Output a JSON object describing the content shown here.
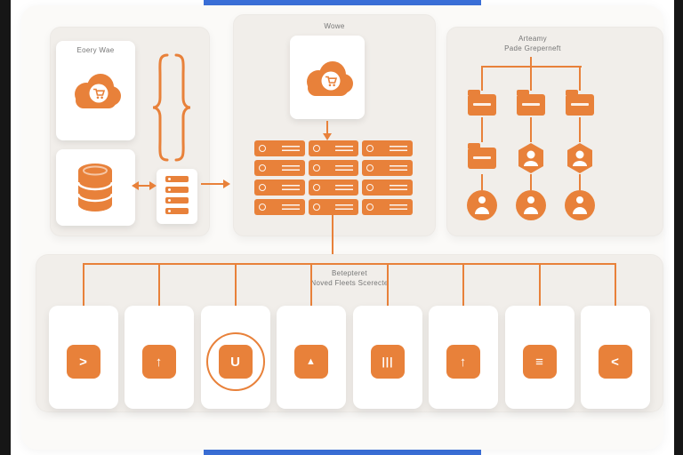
{
  "colors": {
    "accent": "#E8813A",
    "panel_bg": "#F1EEEA",
    "card_bg": "#FFFFFF",
    "canvas_bg": "#FBFAF8",
    "letterbox": "#161616",
    "blue_strip": "#3A6FD8",
    "label_text": "#767676"
  },
  "panel_left": {
    "label": "Eoery Wae",
    "icons": [
      "cloud-cart-icon",
      "database-icon",
      "server-list-icon"
    ]
  },
  "panel_middle": {
    "label": "Wowe",
    "icons": [
      "cloud-cart-icon",
      "server-rack-grid"
    ]
  },
  "panel_right": {
    "label_line1": "Arteamy",
    "label_line2": "Pade Greperneft",
    "icons": [
      "folder-icon",
      "shield-user-icon",
      "user-circle-icon"
    ]
  },
  "panel_bottom": {
    "label_line1": "Betepteret",
    "label_line2": "Noved Fleets Scerecte",
    "nodes": [
      {
        "name": "chevron-right",
        "glyph": ">"
      },
      {
        "name": "arrow-up",
        "glyph": "↑"
      },
      {
        "name": "u-shape",
        "glyph": "U",
        "highlighted": true
      },
      {
        "name": "triangle-up",
        "glyph": "▲"
      },
      {
        "name": "equalizer-bars",
        "glyph": "|||"
      },
      {
        "name": "arrow-up-2",
        "glyph": "↑"
      },
      {
        "name": "menu-lines",
        "glyph": "≡"
      },
      {
        "name": "chevron-left",
        "glyph": "<"
      }
    ]
  }
}
